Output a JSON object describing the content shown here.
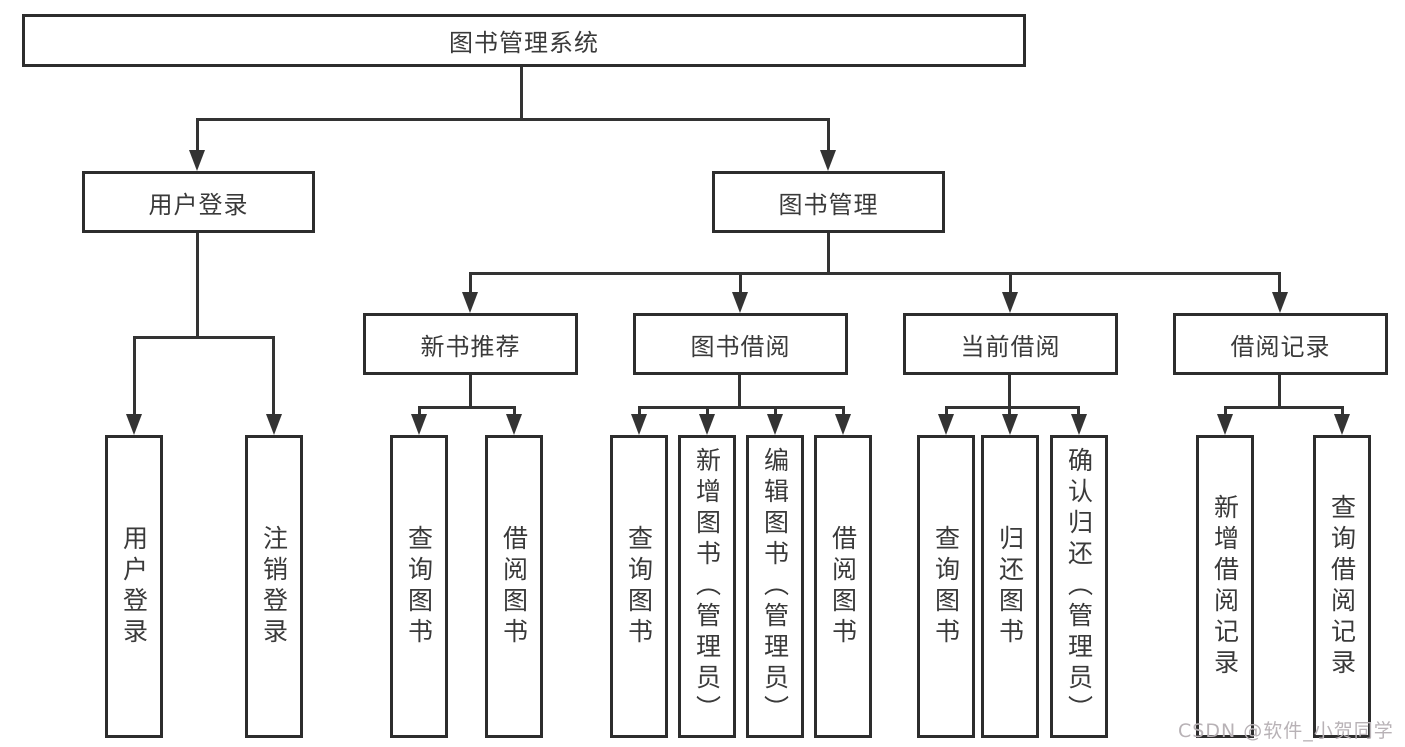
{
  "diagram": {
    "root": {
      "label": "图书管理系统"
    },
    "user_login": {
      "label": "用户登录",
      "children": [
        {
          "label": "用户登录"
        },
        {
          "label": "注销登录"
        }
      ]
    },
    "book_management": {
      "label": "图书管理",
      "sections": [
        {
          "label": "新书推荐",
          "children": [
            {
              "label": "查询图书"
            },
            {
              "label": "借阅图书"
            }
          ]
        },
        {
          "label": "图书借阅",
          "children": [
            {
              "label": "查询图书"
            },
            {
              "label": "新增图书（管理员）"
            },
            {
              "label": "编辑图书（管理员）"
            },
            {
              "label": "借阅图书"
            }
          ]
        },
        {
          "label": "当前借阅",
          "children": [
            {
              "label": "查询图书"
            },
            {
              "label": "归还图书"
            },
            {
              "label": "确认归还（管理员）"
            }
          ]
        },
        {
          "label": "借阅记录",
          "children": [
            {
              "label": "新增借阅记录"
            },
            {
              "label": "查询借阅记录"
            }
          ]
        }
      ]
    }
  },
  "watermark": {
    "text": "CSDN @软件_小贺同学"
  },
  "colors": {
    "line": "#333333",
    "box_border": "#2d2d2d",
    "text": "#3a3a3a",
    "background": "#ffffff",
    "watermark": "#b8b2b6"
  }
}
